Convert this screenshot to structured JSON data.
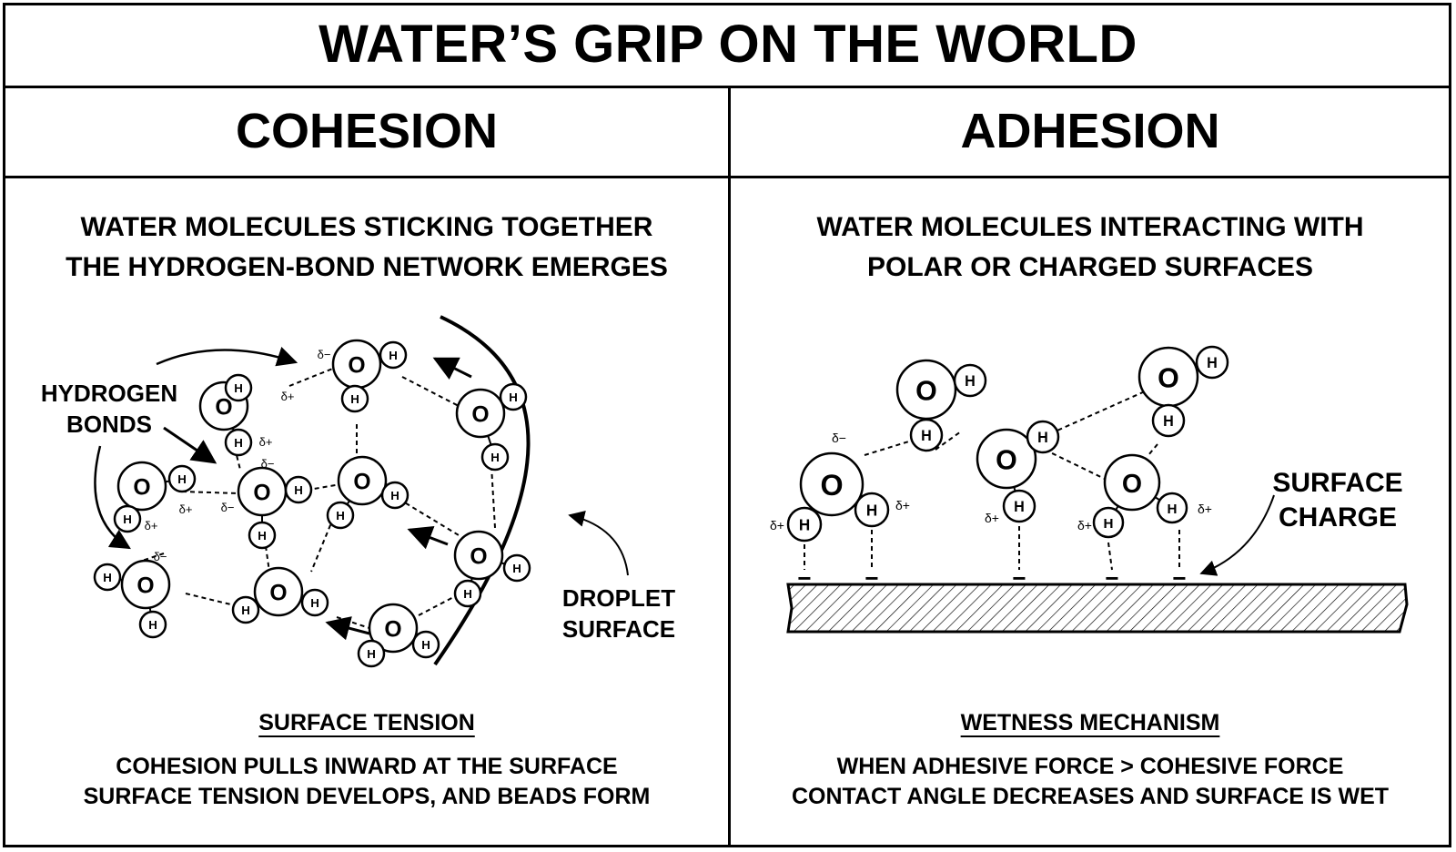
{
  "title": "WATER’S GRIP ON THE WORLD",
  "cohesion": {
    "heading": "COHESION",
    "subtitle_line1": "WATER MOLECULES STICKING TOGETHER",
    "subtitle_line2": "THE HYDROGEN-BOND NETWORK EMERGES",
    "label_bonds_line1": "HYDROGEN",
    "label_bonds_line2": "BONDS",
    "label_droplet_line1": "DROPLET",
    "label_droplet_line2": "SURFACE",
    "section_heading": "SURFACE TENSION",
    "desc_line1": "COHESION PULLS INWARD AT THE SURFACE",
    "desc_line2": "SURFACE TENSION DEVELOPS, AND BEADS FORM"
  },
  "adhesion": {
    "heading": "ADHESION",
    "subtitle_line1": "WATER MOLECULES INTERACTING WITH",
    "subtitle_line2": "POLAR OR CHARGED SURFACES",
    "label_charge_line1": "SURFACE",
    "label_charge_line2": "CHARGE",
    "section_heading": "WETNESS MECHANISM",
    "desc_line1": "WHEN ADHESIVE FORCE > COHESIVE FORCE",
    "desc_line2": "CONTACT ANGLE DECREASES AND SURFACE IS WET"
  },
  "symbols": {
    "oxygen": "O",
    "hydrogen": "H",
    "delta_minus": "δ−",
    "delta_plus": "δ+",
    "negative_charge": "−"
  }
}
